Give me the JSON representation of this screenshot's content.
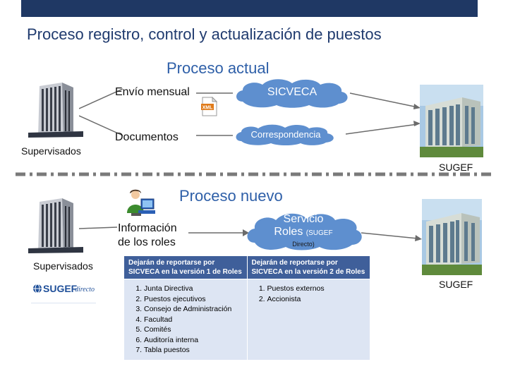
{
  "title": "Proceso registro, control y actualización de puestos",
  "current": {
    "heading": "Proceso actual",
    "envio_label": "Envío mensual",
    "documentos_label": "Documentos",
    "sicveca_cloud": "SICVECA",
    "correspondencia_cloud": "Correspondencia",
    "supervisados_label": "Supervisados",
    "sugef_label": "SUGEF"
  },
  "new": {
    "heading": "Proceso nuevo",
    "informacion_label": "Información de los roles",
    "service_cloud_line1": "Servicio",
    "service_cloud_line2": "Roles",
    "service_cloud_suffix": "(SUGEF",
    "service_cloud_line3": "Directo)",
    "supervisados_label": "Supervisados",
    "sugef_label": "SUGEF",
    "logo_text": "SUGEF",
    "logo_script": "directo"
  },
  "roles_table": {
    "col1_header": "Dejarán de reportarse por SICVECA en la versión 1 de Roles",
    "col2_header": "Dejarán de reportarse por SICVECA en la versión 2 de Roles",
    "col1_items": [
      "Junta Directiva",
      "Puestos ejecutivos",
      "Consejo de Administración",
      "Facultad",
      "Comités",
      "Auditoría interna",
      "Tabla puestos"
    ],
    "col2_items": [
      "Puestos externos",
      "Accionista"
    ]
  },
  "icons": [
    "building-icon",
    "government-building-photo",
    "xml-file-icon",
    "user-computer-icon",
    "cloud-shape"
  ],
  "colors": {
    "title": "#1f3a6e",
    "heading": "#2e5fa8",
    "cloud": "#5e8fcf",
    "divider": "#7a7a7a",
    "table_header": "#3f5f9a",
    "table_body": "#dde5f3"
  }
}
